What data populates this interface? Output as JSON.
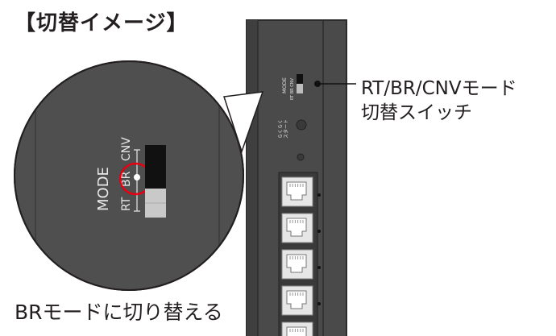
{
  "title": "【切替イメージ】",
  "callout": {
    "line1": "RT/BR/CNVモード",
    "line2": "切替スイッチ"
  },
  "caption": "BRモードに切り替える",
  "device": {
    "mode_label": "MODE",
    "positions": [
      "RT",
      "BR",
      "CNV"
    ],
    "selected_position": "BR",
    "small_mode_label": "MODE",
    "small_positions": "RT BR CNV",
    "smart_label_line1": "らくらく",
    "smart_label_line2": "スタート",
    "lan_port_count": 5
  },
  "colors": {
    "device_body": "#4a4a4a",
    "device_edge": "#2b2b2b",
    "highlight_ring": "#e60012",
    "text": "#231f20"
  }
}
